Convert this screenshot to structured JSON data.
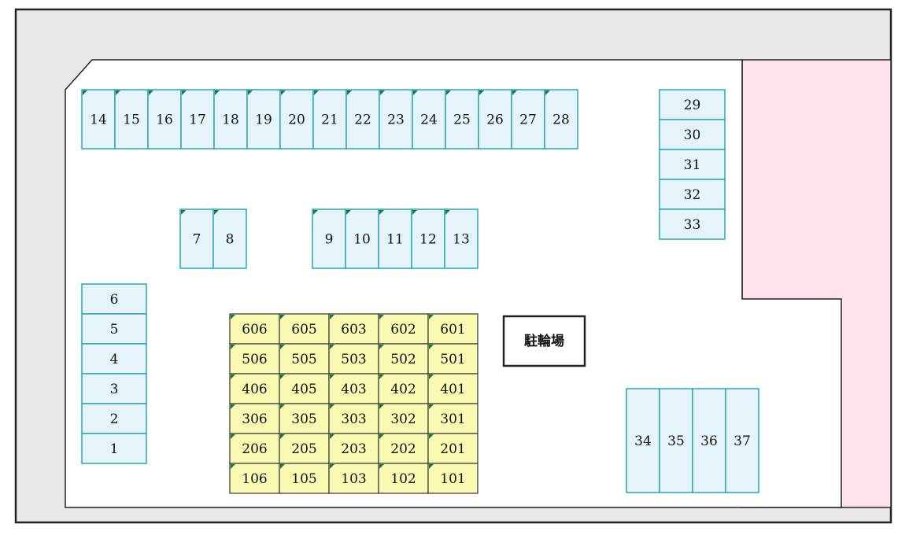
{
  "colors": {
    "road": "#e8e8e8",
    "site": "#ffffff",
    "neighbor": "#fde2e9",
    "outline": "#222222",
    "car_space_fill": "#e4f4fa",
    "car_space_stroke": "#2aa5b8",
    "bike_space_fill": "#fafab2",
    "bike_space_stroke": "#333333",
    "corner_marker": "#1b7a3a"
  },
  "top_row": [
    "14",
    "15",
    "16",
    "17",
    "18",
    "19",
    "20",
    "21",
    "22",
    "23",
    "24",
    "25",
    "26",
    "27",
    "28"
  ],
  "middle_pair": [
    "7",
    "8"
  ],
  "middle_row": [
    "9",
    "10",
    "11",
    "12",
    "13"
  ],
  "left_column": [
    "6",
    "5",
    "4",
    "3",
    "2",
    "1"
  ],
  "right_column": [
    "29",
    "30",
    "31",
    "32",
    "33"
  ],
  "bottom_right_row": [
    "34",
    "35",
    "36",
    "37"
  ],
  "bicycle_grid": [
    [
      "606",
      "605",
      "603",
      "602",
      "601"
    ],
    [
      "506",
      "505",
      "503",
      "502",
      "501"
    ],
    [
      "406",
      "405",
      "403",
      "402",
      "401"
    ],
    [
      "306",
      "305",
      "303",
      "302",
      "301"
    ],
    [
      "206",
      "205",
      "203",
      "202",
      "201"
    ],
    [
      "106",
      "105",
      "103",
      "102",
      "101"
    ]
  ],
  "bicycle_parking_label": "駐輪場"
}
